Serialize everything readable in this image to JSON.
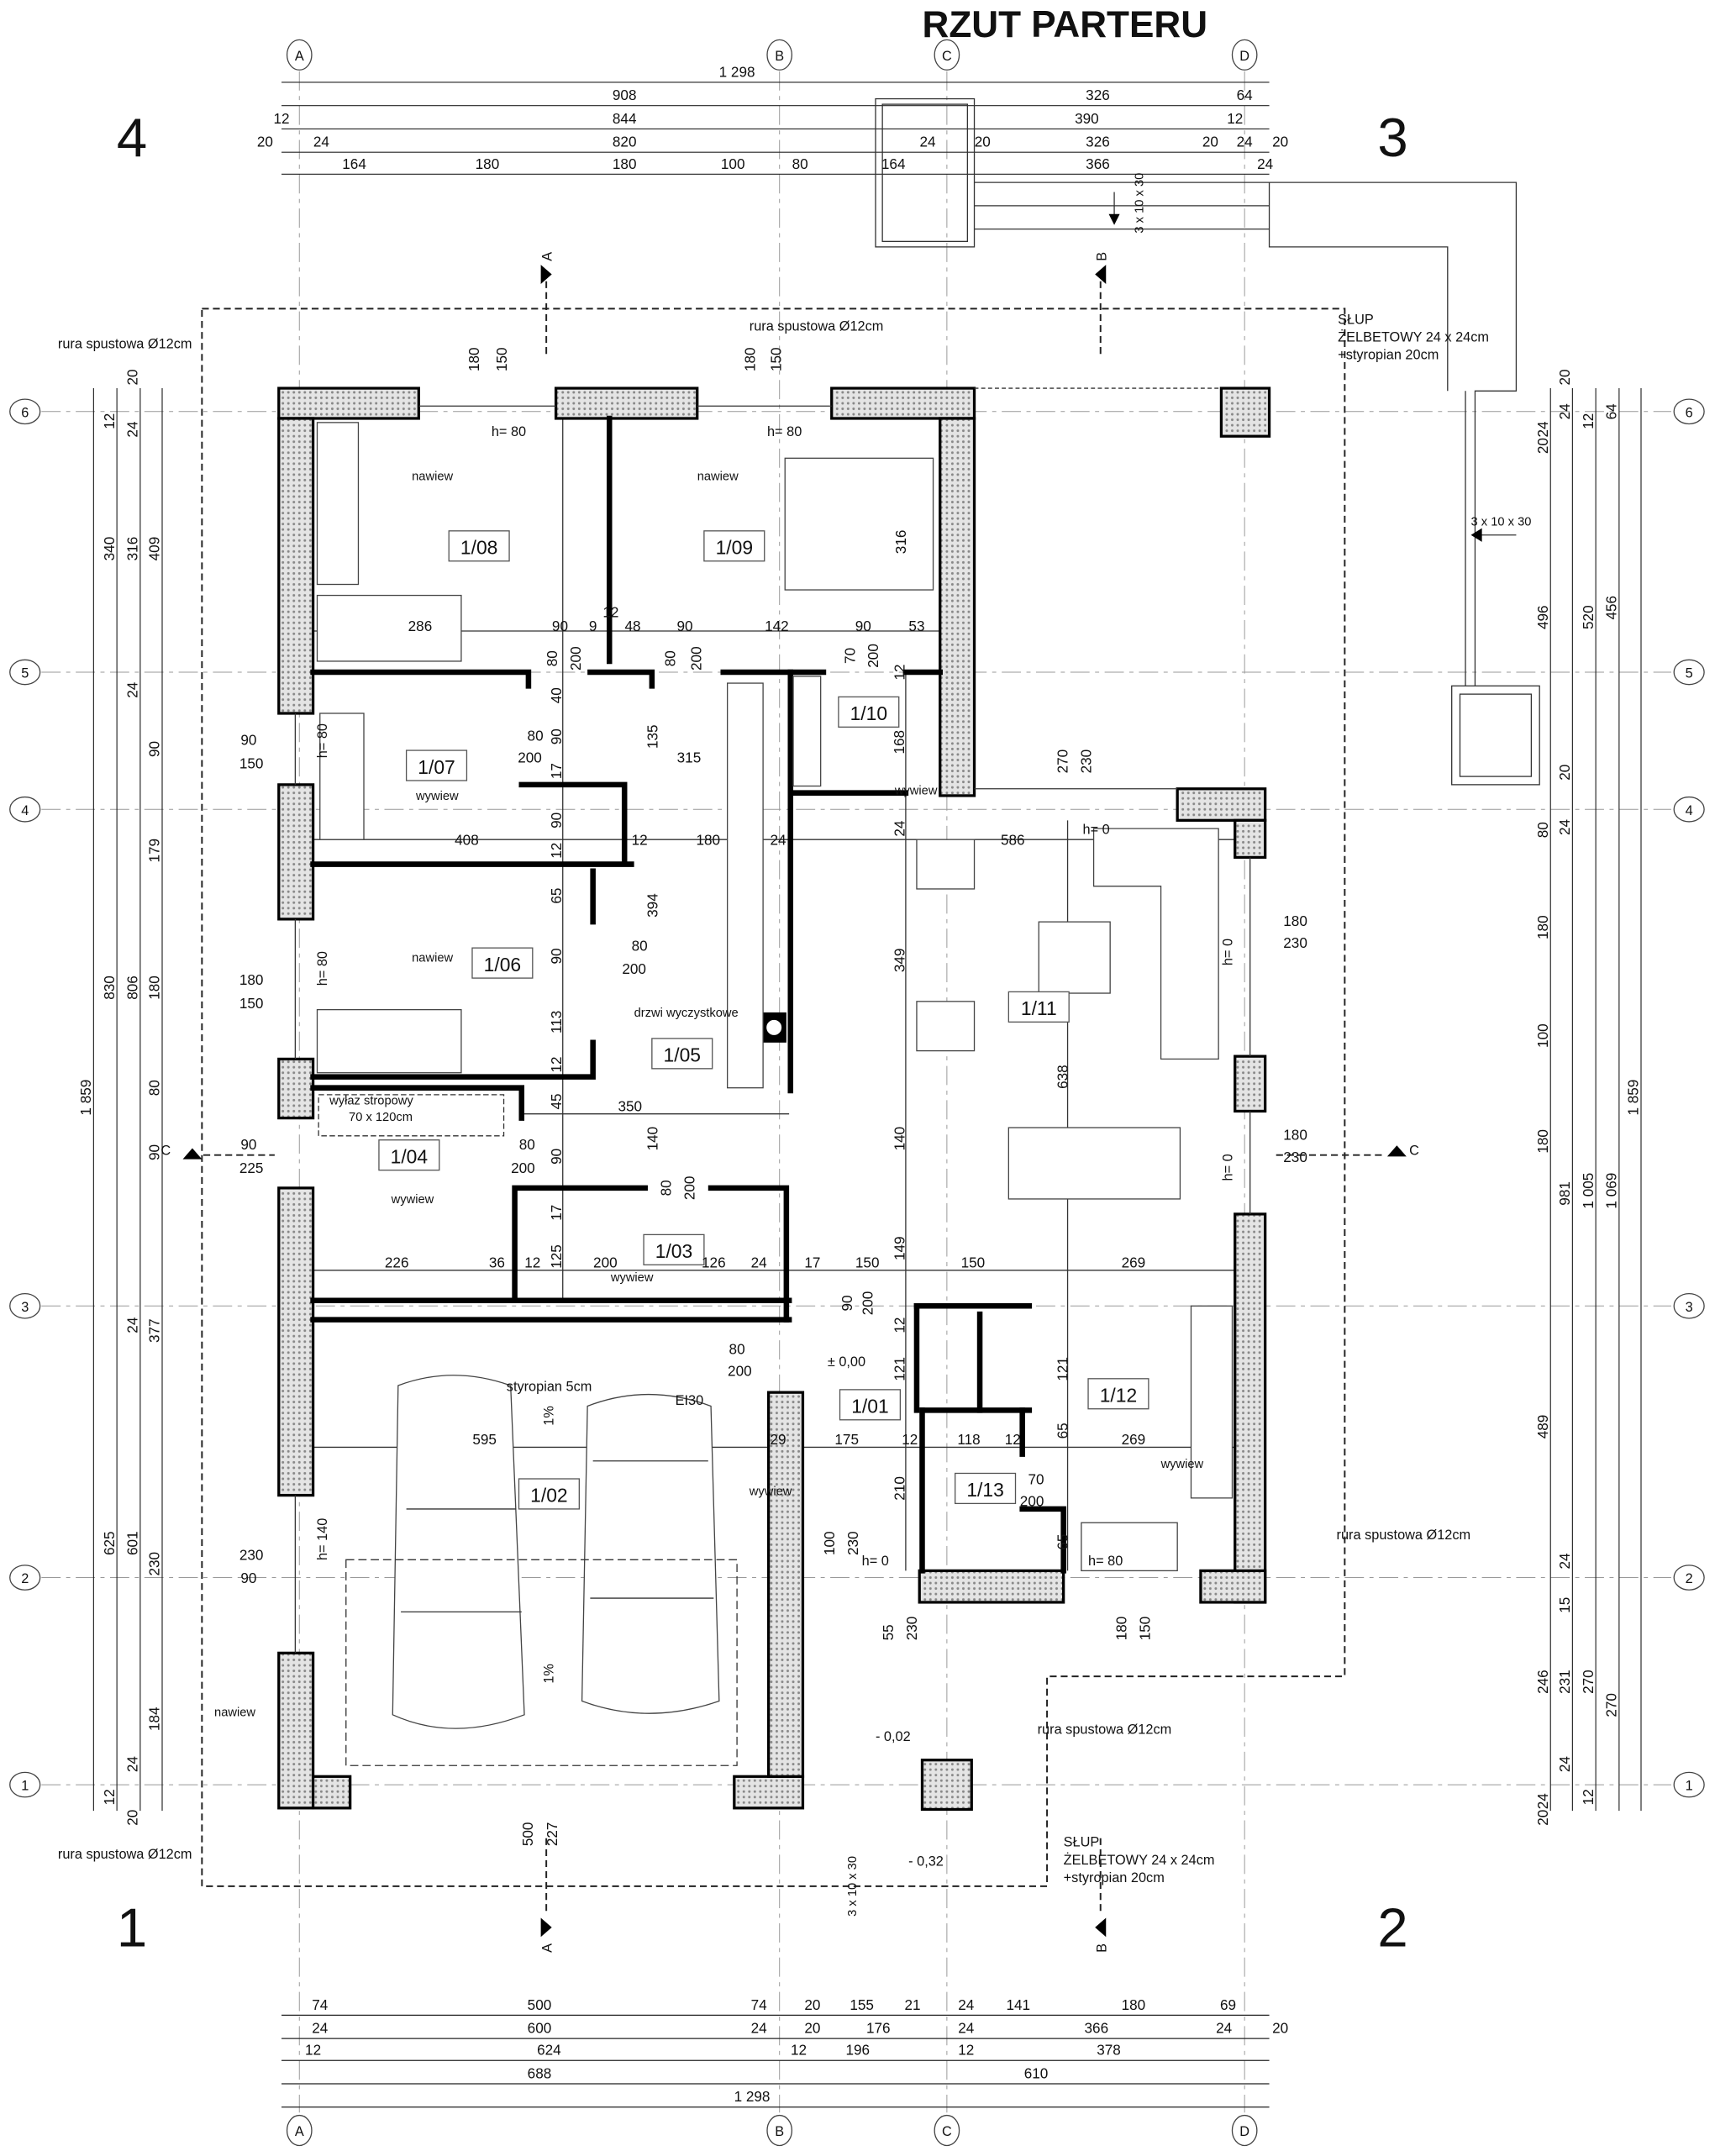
{
  "title": "RZUT PARTERU",
  "grid": {
    "cols": [
      "A",
      "B",
      "C",
      "D"
    ],
    "rows": [
      "6",
      "5",
      "4",
      "3",
      "2",
      "1"
    ]
  },
  "elevations": {
    "top_left": "4",
    "top_right": "3",
    "bottom_left": "1",
    "bottom_right": "2"
  },
  "sections": {
    "a": "A",
    "b": "B",
    "c": "C"
  },
  "rooms": [
    "1/08",
    "1/09",
    "1/10",
    "1/07",
    "1/06",
    "1/05",
    "1/11",
    "1/04",
    "1/03",
    "1/01",
    "1/12",
    "1/13",
    "1/02"
  ],
  "notes": {
    "downpipe": "rura spustowa Ø12cm",
    "column_1": "SŁUP",
    "column_2": "ŻELBETOWY 24 x 24cm",
    "column_3": "+styropian 20cm",
    "cleanout_door": "drzwi wyczystkowe",
    "hatch_1": "wyłaz stropowy",
    "hatch_2": "70 x 120cm",
    "styrofoam": "styropian 5cm",
    "fire_door": "EI30",
    "level_0": "± 0,00",
    "level_002": "- 0,02",
    "level_032": "- 0,32",
    "supply_vent": "nawiew",
    "exhaust_vent": "wywiew",
    "stairs": "3 x 10 x 30",
    "slope": "1%",
    "sill_h80": "h= 80",
    "sill_h0": "h= 0",
    "sill_h140": "h= 140"
  },
  "dims_h": [
    "1 298",
    "908",
    "326",
    "64",
    "12",
    "844",
    "390",
    "12",
    "20",
    "24",
    "820",
    "24",
    "20",
    "326",
    "20",
    "24",
    "20",
    "164",
    "180",
    "180",
    "100",
    "80",
    "164",
    "366",
    "24",
    "74",
    "500",
    "74",
    "20",
    "155",
    "21",
    "24",
    "141",
    "180",
    "69",
    "24",
    "600",
    "24",
    "20",
    "176",
    "24",
    "366",
    "24",
    "20",
    "12",
    "624",
    "12",
    "196",
    "12",
    "378",
    "688",
    "610",
    "1 298",
    "286",
    "90",
    "9",
    "12",
    "48",
    "90",
    "142",
    "90",
    "53",
    "315",
    "408",
    "12",
    "180",
    "24",
    "586",
    "350",
    "226",
    "36",
    "12",
    "200",
    "126",
    "24",
    "17",
    "150",
    "150",
    "269",
    "595",
    "29",
    "175",
    "12",
    "118",
    "12",
    "269",
    "80",
    "200",
    "80",
    "200",
    "80",
    "200",
    "80",
    "200",
    "70",
    "200",
    "90",
    "150",
    "180",
    "150",
    "90",
    "225",
    "230",
    "90",
    "180",
    "230",
    "180",
    "230"
  ],
  "dims_v": [
    "20",
    "12",
    "24",
    "340",
    "316",
    "409",
    "24",
    "90",
    "179",
    "830",
    "806",
    "180",
    "80",
    "90",
    "1 859",
    "24",
    "377",
    "625",
    "601",
    "230",
    "184",
    "24",
    "12",
    "20",
    "20",
    "24",
    "24",
    "20",
    "12",
    "64",
    "496",
    "520",
    "456",
    "20",
    "80",
    "24",
    "180",
    "100",
    "180",
    "981",
    "1 005",
    "1 069",
    "1 859",
    "489",
    "24",
    "15",
    "246",
    "231",
    "270",
    "270",
    "24",
    "24",
    "20",
    "12",
    "180",
    "150",
    "180",
    "150",
    "316",
    "80",
    "200",
    "40",
    "90",
    "17",
    "90",
    "12",
    "65",
    "90",
    "113",
    "12",
    "45",
    "90",
    "17",
    "125",
    "135",
    "394",
    "80",
    "200",
    "270",
    "230",
    "70",
    "200",
    "12",
    "168",
    "24",
    "349",
    "638",
    "140",
    "149",
    "140",
    "80",
    "200",
    "90",
    "200",
    "12",
    "121",
    "121",
    "65",
    "210",
    "65",
    "100",
    "230",
    "55",
    "230",
    "180",
    "150",
    "500",
    "227"
  ]
}
